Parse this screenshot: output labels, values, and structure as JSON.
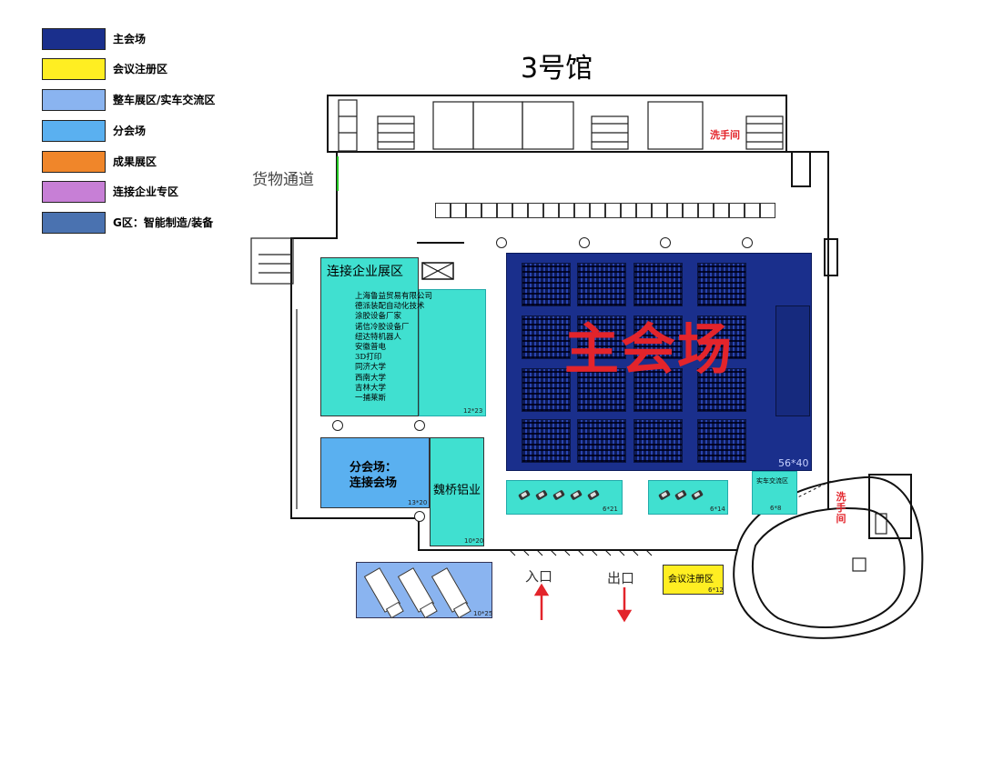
{
  "legend": [
    {
      "label": "主会场",
      "color": "#1a2f8c"
    },
    {
      "label": "会议注册区",
      "color": "#ffee22"
    },
    {
      "label": "整车展区/实车交流区",
      "color": "#8ab4f0"
    },
    {
      "label": "分会场",
      "color": "#5ab0f0"
    },
    {
      "label": "成果展区",
      "color": "#f0862a"
    },
    {
      "label": "连接企业专区",
      "color": "#c77fd6"
    },
    {
      "label": "G区：智能制造/装备",
      "color": "#4a72b0"
    }
  ],
  "map": {
    "title": "3号馆",
    "cargo_label": "货物通道",
    "restroom_top": "洗手间",
    "restroom_right": [
      "洗",
      "手",
      "间"
    ],
    "main_hall_label": "主会场",
    "main_hall_dim": "56*40",
    "connect_zone_label": "连接企业展区",
    "connect_dim": "12*23",
    "companies": [
      "上海鲁益贸易有限公司",
      "德派装配自动化技术",
      "涂胶设备厂家",
      "诺信冷胶设备厂",
      "纽达特机器人",
      "安徽普电",
      "3D打印",
      "同济大学",
      "西南大学",
      "吉林大学",
      "一捕莱斯"
    ],
    "sub_hall_label_1": "分会场：",
    "sub_hall_label_2": "连接会场",
    "sub_hall_dim": "13*20",
    "weiqiao_label": "魏桥铝业",
    "weiqiao_dim": "10*20",
    "car_zone_1_dim": "6*21",
    "car_zone_2_dim": "6*14",
    "exchange_label": "实车交流区",
    "exchange_dim": "6*8",
    "truck_dim": "10*25",
    "registration_label": "会议注册区",
    "registration_dim": "6*12",
    "entrance_label": "入口",
    "exit_label": "出口"
  }
}
